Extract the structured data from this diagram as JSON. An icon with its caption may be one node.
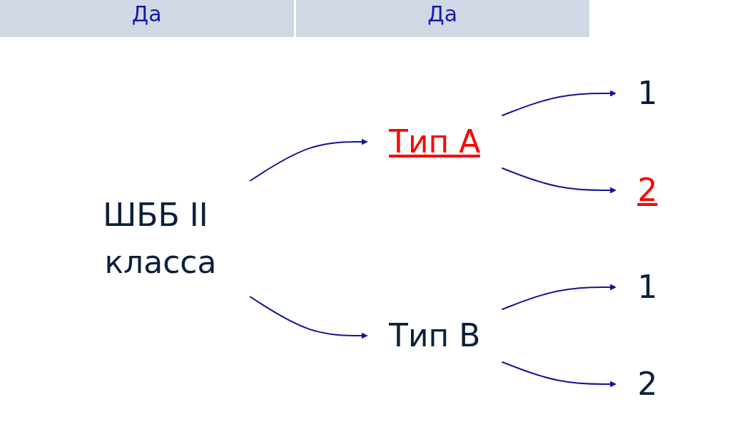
{
  "diagram": {
    "nodes": [
      {
        "text": [
          "ШББ II класса"
        ]
      },
      {
        "text": [
          "Тип A"
        ]
      },
      {
        "text": [
          "1"
        ]
      },
      {
        "text": [
          "2"
        ]
      },
      {
        "text": [
          "Тип B"
        ]
      },
      {
        "text": [
          "1"
        ]
      },
      {
        "text": [
          "2"
        ]
      }
    ],
    "edges": [
      {
        "from": 0,
        "to": 1,
        "arrow": "to"
      },
      {
        "from": 1,
        "to": 2,
        "arrow": "to"
      },
      {
        "from": 1,
        "to": 3,
        "arrow": "to"
      },
      {
        "from": 0,
        "to": 4,
        "arrow": "to"
      },
      {
        "from": 4,
        "to": 5,
        "arrow": "to"
      },
      {
        "from": 4,
        "to": 6,
        "arrow": "to"
      }
    ],
    "labels": [
      "Да",
      "Да"
    ]
  }
}
